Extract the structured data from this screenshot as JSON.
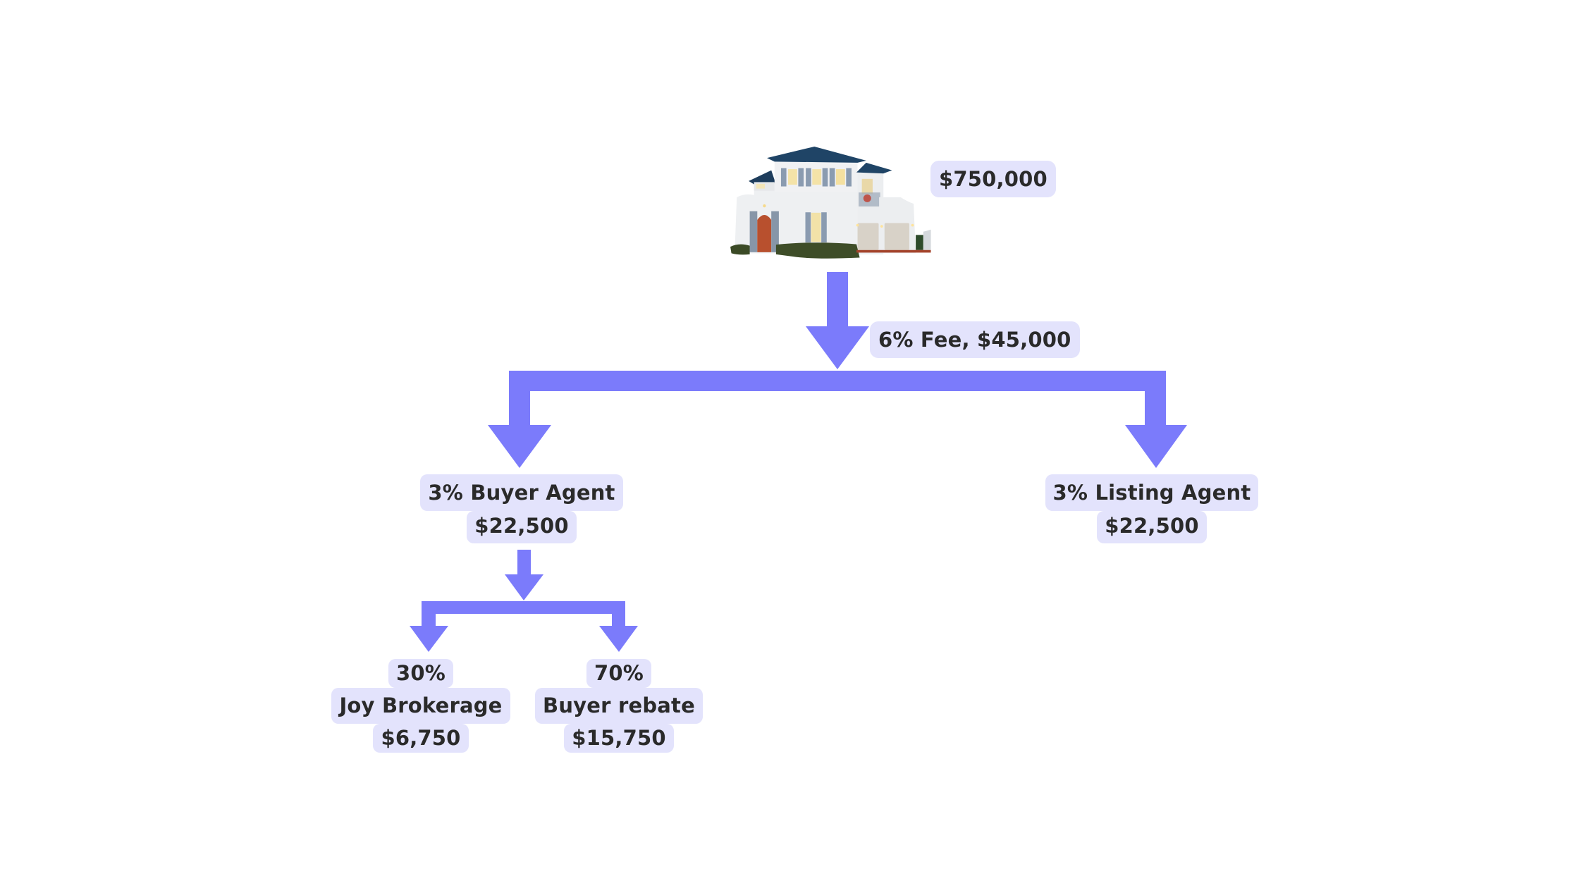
{
  "colors": {
    "arrow": "#7b7bfb",
    "label_bg": "#e3e3fc",
    "text": "#2a2a2a",
    "background": "#ffffff"
  },
  "house": {
    "icon": "house-image",
    "price": "$750,000"
  },
  "fee": {
    "label": "6% Fee, $45,000"
  },
  "buyer_agent": {
    "line1": "3% Buyer Agent",
    "line2": "$22,500"
  },
  "listing_agent": {
    "line1": "3% Listing Agent",
    "line2": "$22,500"
  },
  "joy_brokerage": {
    "percent": "30%",
    "name": "Joy Brokerage",
    "amount": "$6,750"
  },
  "buyer_rebate": {
    "percent": "70%",
    "name": "Buyer rebate",
    "amount": "$15,750"
  }
}
